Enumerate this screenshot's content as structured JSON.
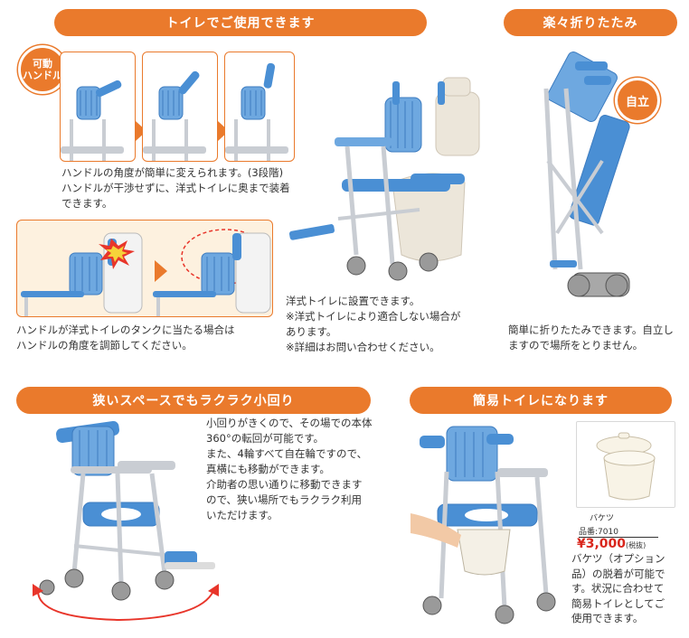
{
  "banners": {
    "toilet": "トイレでご使用できます",
    "fold": "楽々折りたたみ",
    "turn": "狭いスペースでもラクラク小回り",
    "simple_toilet": "簡易トイレになります"
  },
  "badges": {
    "movable_handle": "可動\nハンドル",
    "self_standing": "自立"
  },
  "texts": {
    "handle_angle": "ハンドルの角度が簡単に変えられます。(3段階)\nハンドルが干渉せずに、洋式トイレに奥まで装着\nできます。",
    "handle_tank": "ハンドルが洋式トイレのタンクに当たる場合は\nハンドルの角度を調節してください。",
    "installed": "洋式トイレに設置できます。\n※洋式トイレにより適合しない場合が\n  あります。\n※詳細はお問い合わせください。",
    "fold_desc": "簡単に折りたたみできます。自立し\nますので場所をとりません。",
    "turn_desc": "小回りがきくので、その場での本体\n360°の転回が可能です。\nまた、4輪すべて自在輪ですので、\n真横にも移動ができます。\n介助者の思い通りに移動できます\nので、狭い場所でもラクラク利用\nいただけます。",
    "bucket_desc": "バケツ（オプション\n品）の脱着が可能で\nす。状況に合わせて\n簡易トイレとしてご\n使用できます。"
  },
  "product": {
    "name": "バケツ",
    "code": "品番:7010",
    "price": "¥3,000",
    "tax_note": "(税抜)"
  },
  "colors": {
    "accent": "#ea7a2c",
    "seat_blue": "#4a8fd4",
    "frame_gray": "#c9cdd3",
    "price_red": "#d9261c"
  }
}
